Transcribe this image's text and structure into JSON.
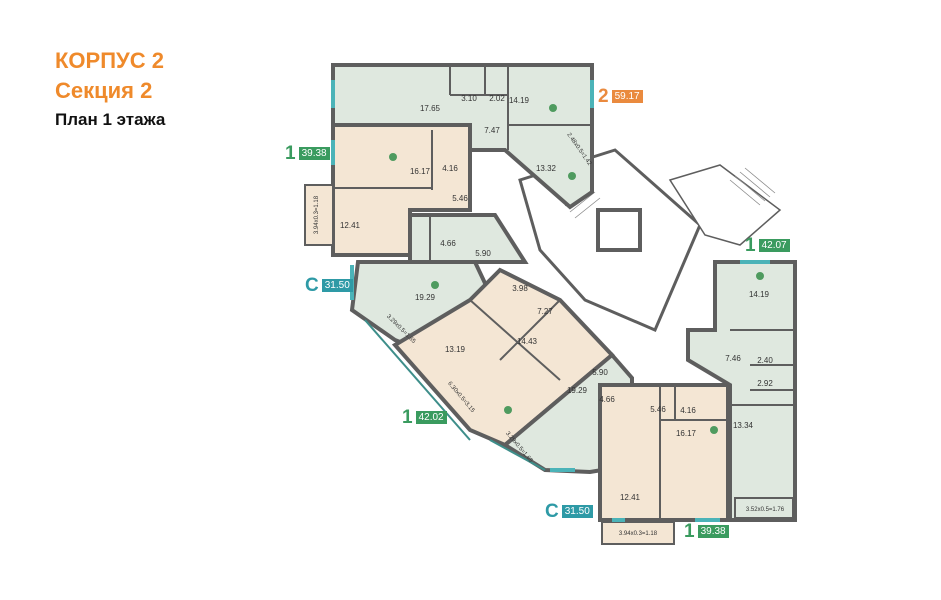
{
  "header": {
    "building": "КОРПУС 2",
    "section": "Секция 2",
    "plan": "План 1 этажа"
  },
  "colors": {
    "orange": "#ef8a2b",
    "green": "#3a9b5f",
    "teal": "#2e9aa6",
    "room_green": "#dfe8df",
    "room_beige": "#f4e6d4",
    "wall": "#5e5e5e",
    "window": "#4bb3b8"
  },
  "apartments": [
    {
      "type": "2",
      "area": "59.17",
      "rooms": [
        "17.65",
        "3.10",
        "2.02",
        "14.19",
        "7.47",
        "13.32"
      ],
      "balcony": "2.48x0.5=1.42"
    },
    {
      "type": "1",
      "area": "39.38",
      "rooms": [
        "16.17",
        "4.16",
        "5.46",
        "12.41"
      ],
      "balcony": "3.94x0.3=1.18"
    },
    {
      "type": "C",
      "area": "31.50",
      "rooms": [
        "4.66",
        "5.90",
        "19.29"
      ],
      "balcony": "3.29x0.5=1.65"
    },
    {
      "type": "1",
      "area": "42.02",
      "rooms": [
        "3.98",
        "7.27",
        "13.19",
        "14.43"
      ],
      "balcony": "6.30x0.5=3.15"
    },
    {
      "type": "C",
      "area": "31.50",
      "rooms": [
        "5.90",
        "19.29",
        "4.66"
      ],
      "balcony": "3.29x0.5=1.65"
    },
    {
      "type": "1",
      "area": "39.38",
      "rooms": [
        "5.46",
        "4.16",
        "16.17",
        "12.41"
      ],
      "balcony": "3.94x0.3=1.18"
    },
    {
      "type": "1",
      "area": "42.07",
      "rooms": [
        "14.19",
        "7.46",
        "2.40",
        "2.92",
        "13.34"
      ],
      "balcony": "3.52x0.5=1.76"
    }
  ]
}
